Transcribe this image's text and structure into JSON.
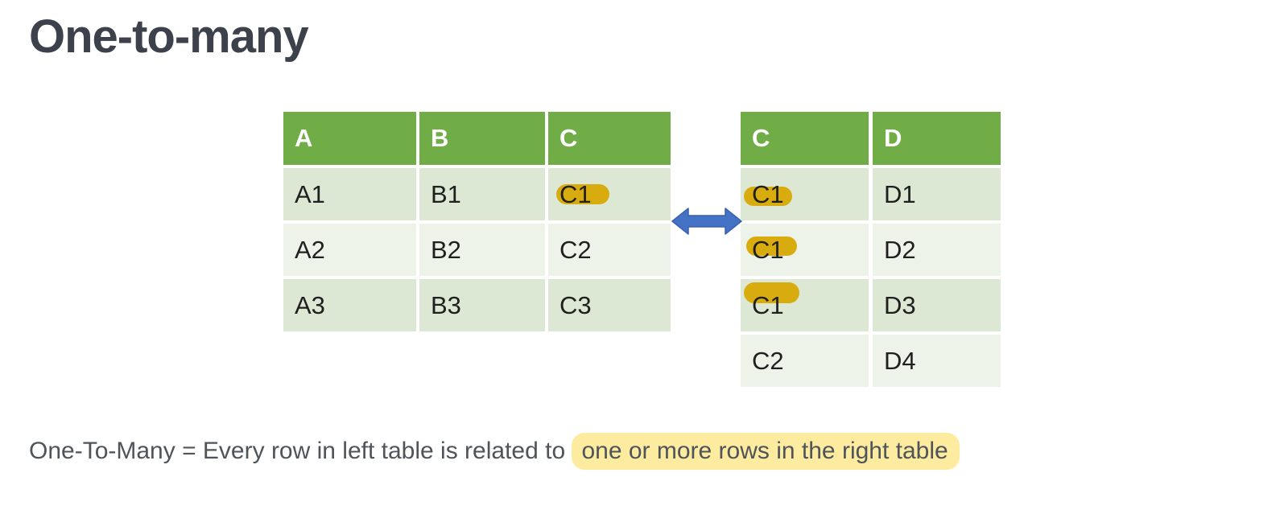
{
  "title": "One-to-many",
  "tables": {
    "left": {
      "headers": [
        "A",
        "B",
        "C"
      ],
      "rows": [
        [
          "A1",
          "B1",
          "C1"
        ],
        [
          "A2",
          "B2",
          "C2"
        ],
        [
          "A3",
          "B3",
          "C3"
        ]
      ]
    },
    "right": {
      "headers": [
        "C",
        "D"
      ],
      "rows": [
        [
          "C1",
          "D1"
        ],
        [
          "C1",
          "D2"
        ],
        [
          "C1",
          "D3"
        ],
        [
          "C2",
          "D4"
        ]
      ]
    }
  },
  "highlighted_values": [
    "C1"
  ],
  "caption": {
    "text_plain": "One-To-Many = Every row in left table is related to",
    "text_highlighted": "one or more rows in the right table"
  },
  "icons": {
    "relationship_arrow": "left-right-double-arrow-icon"
  },
  "colors": {
    "header_green": "#70ad47",
    "band_green": "#dce8d3",
    "band_light": "#eef3ea",
    "marker_gold": "#d8ab0f",
    "caption_highlight": "#fdeb9f",
    "arrow_blue": "#4472c4",
    "title_text": "#3c414b",
    "caption_text": "#4e545a"
  }
}
